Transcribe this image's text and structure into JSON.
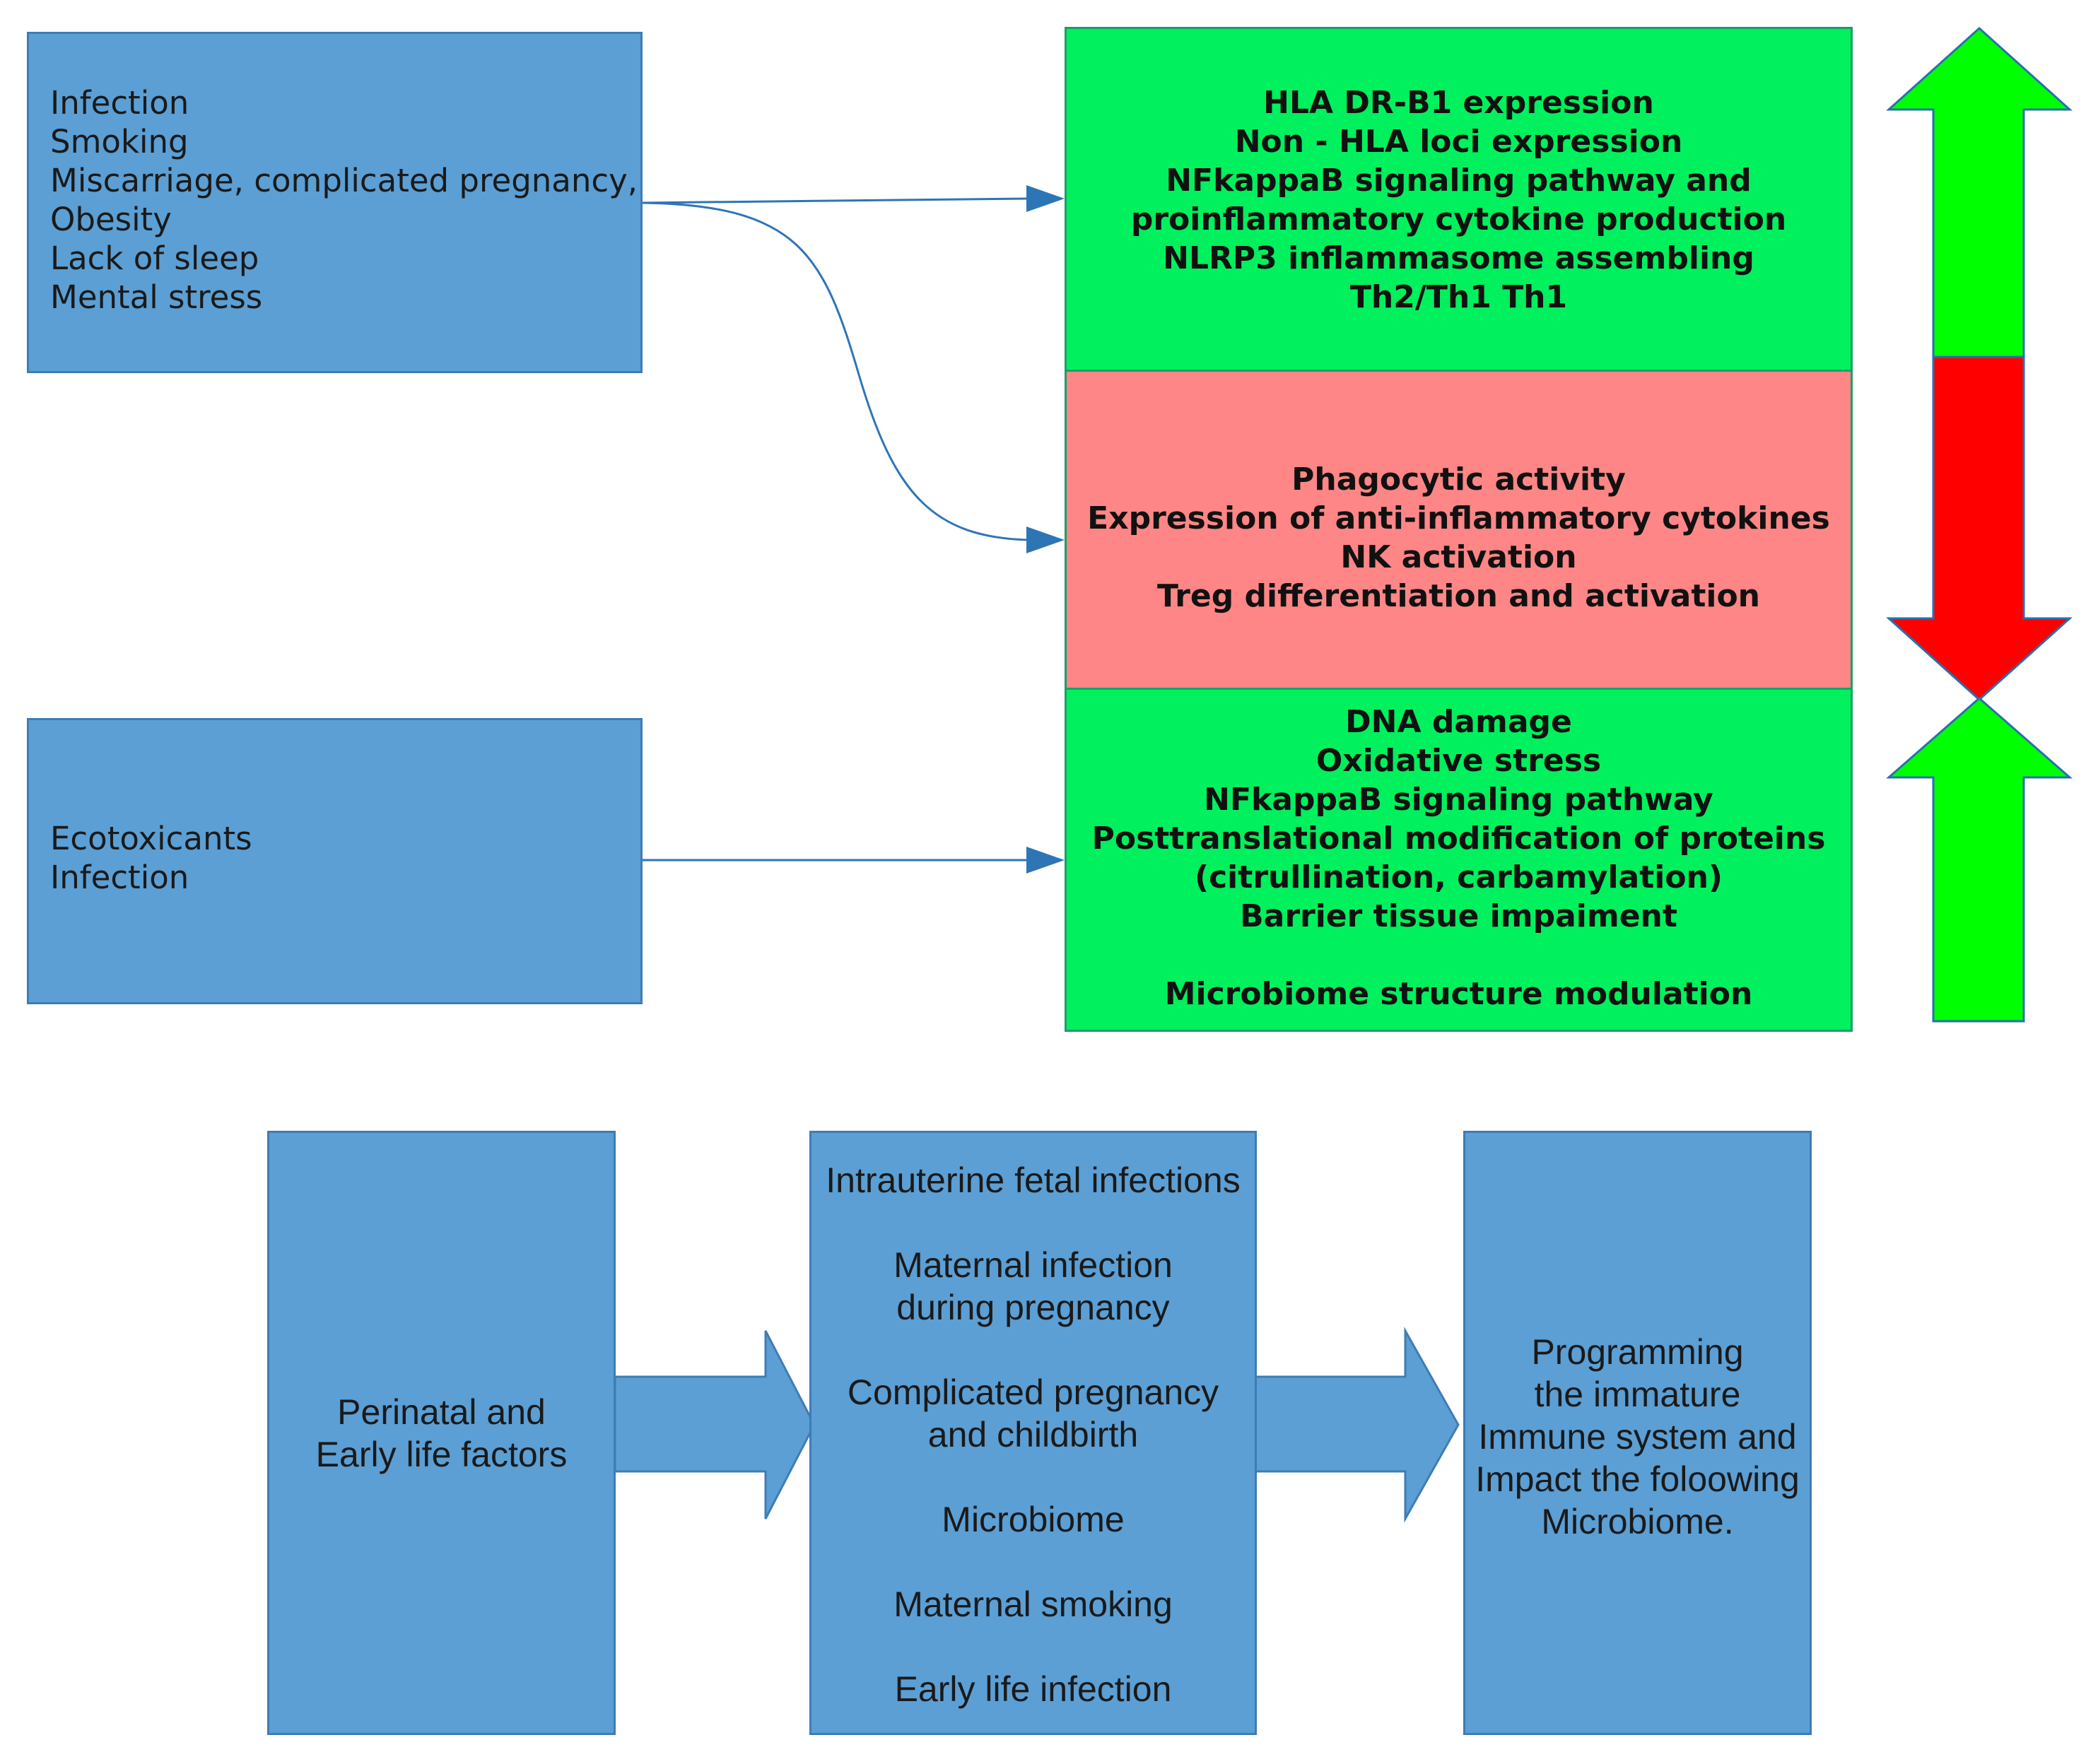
{
  "risk_factors_1": {
    "items": [
      "Infection",
      "Smoking",
      "Miscarriage, complicated pregnancy,",
      "Obesity",
      "Lack of sleep",
      "Mental stress"
    ]
  },
  "risk_factors_2": {
    "items": [
      "Ecotoxicants",
      "Infection"
    ]
  },
  "upregulated_1": {
    "items": [
      "HLA DR-B1 expression",
      "Non - HLA loci expression",
      "NFkappaB signaling pathway and",
      "proinflammatory cytokine production",
      "NLRP3 inflammasome assembling",
      "Th2/Th1 Th1"
    ]
  },
  "downregulated": {
    "items": [
      "Phagocytic activity",
      "Expression of anti-inflammatory cytokines",
      "NK activation",
      "Treg differentiation and activation"
    ]
  },
  "upregulated_2": {
    "items": [
      "DNA damage",
      "Oxidative stress",
      "NFkappaB signaling pathway",
      "Posttranslational modification of proteins",
      "(citrullination, carbamylation)",
      "Barrier tissue impaiment",
      "",
      "Microbiome structure modulation"
    ]
  },
  "early_life": {
    "label_lines": [
      "Perinatal and",
      "Early life factors"
    ]
  },
  "factors": {
    "items": [
      [
        "Intrauterine fetal infections"
      ],
      [
        "Maternal infection",
        "during pregnancy"
      ],
      [
        "Complicated pregnancy",
        "and childbirth"
      ],
      [
        "Microbiome"
      ],
      [
        "Maternal smoking"
      ],
      [
        "Early life infection"
      ]
    ]
  },
  "outcome": {
    "label_lines": [
      "Programming",
      "the immature",
      "Immune system and",
      "Impact the foloowing",
      "Microbiome."
    ]
  },
  "colors": {
    "box_blue": "#5b9fd4",
    "up_green": "#00f05e",
    "down_red": "#ff8686",
    "arrow_green": "#00ff00",
    "arrow_red": "#ff0000",
    "connector": "#2e75b6"
  },
  "icons": [
    "up-arrow-icon",
    "down-arrow-icon",
    "connector-arrow-icon",
    "block-arrow-icon"
  ]
}
